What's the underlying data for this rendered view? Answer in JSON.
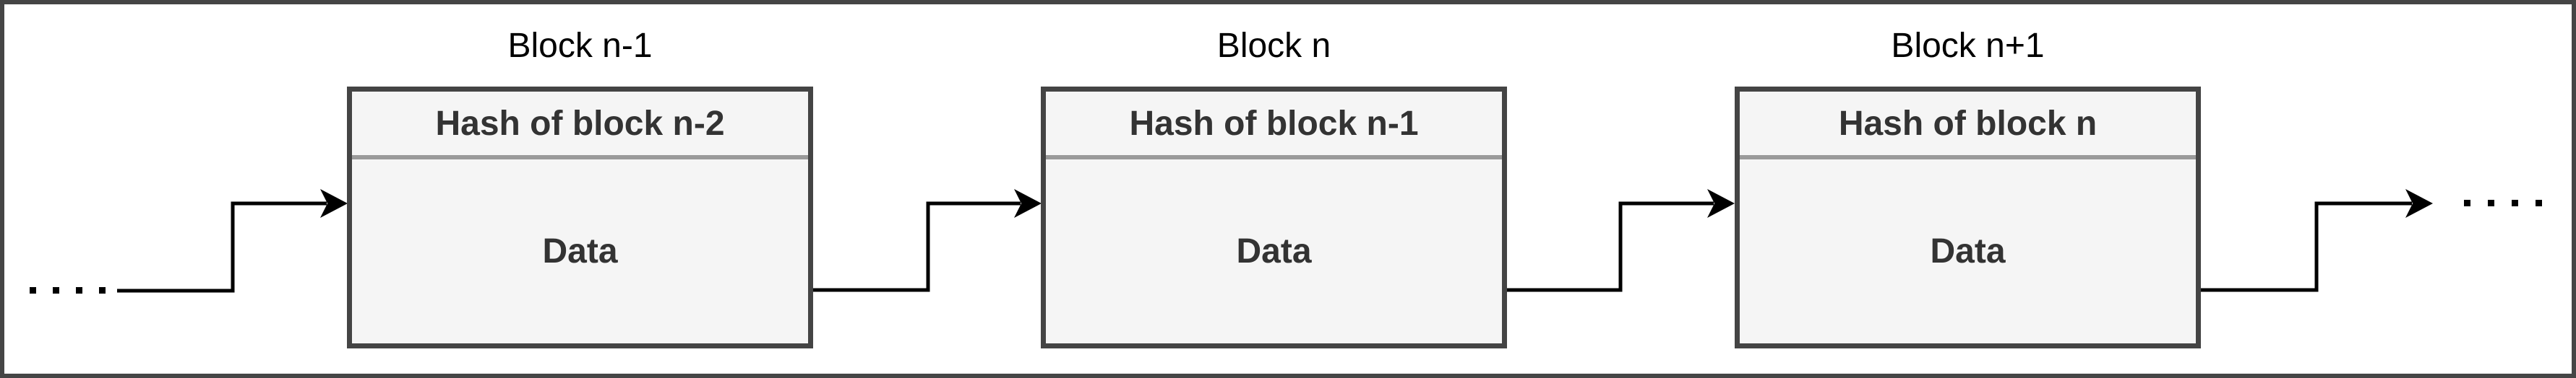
{
  "page": {
    "background": "#ffffff",
    "frame_border_color": "#454545"
  },
  "diagram": {
    "type": "blockchain-chain",
    "blocks": [
      {
        "title": "Block n-1",
        "header": "Hash of block n-2",
        "body": "Data"
      },
      {
        "title": "Block n",
        "header": "Hash of block n-1",
        "body": "Data"
      },
      {
        "title": "Block n+1",
        "header": "Hash of block n",
        "body": "Data"
      }
    ],
    "colors": {
      "block_fill": "#f5f5f5",
      "block_border": "#444444",
      "header_divider": "#9a9a9a",
      "header_text": "#333333",
      "body_text": "#333333",
      "title_text": "#000000",
      "connector": "#000000"
    },
    "icons": {
      "left_continuation": "ellipsis-dots",
      "right_continuation": "ellipsis-dots",
      "connector_head": "arrow-right"
    }
  }
}
